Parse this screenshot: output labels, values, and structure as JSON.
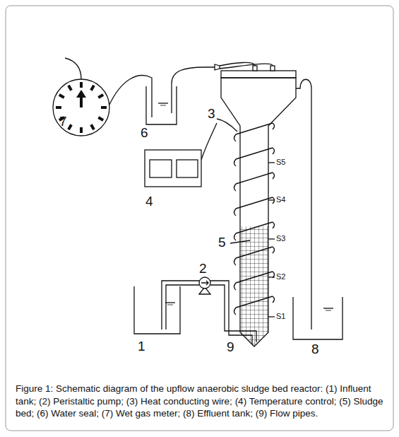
{
  "diagram": {
    "caption": "Figure 1: Schematic diagram of the upflow anaerobic sludge bed reactor: (1) Influent tank; (2) Peristaltic pump; (3) Heat conducting wire; (4) Temperature control; (5) Sludge bed; (6) Water seal; (7) Wet gas meter; (8) Effluent tank; (9) Flow pipes.",
    "labels": [
      "7",
      "6",
      "3",
      "4",
      "5",
      "2",
      "1",
      "9",
      "8",
      "S5",
      "S4",
      "S3",
      "S2",
      "S1"
    ]
  }
}
